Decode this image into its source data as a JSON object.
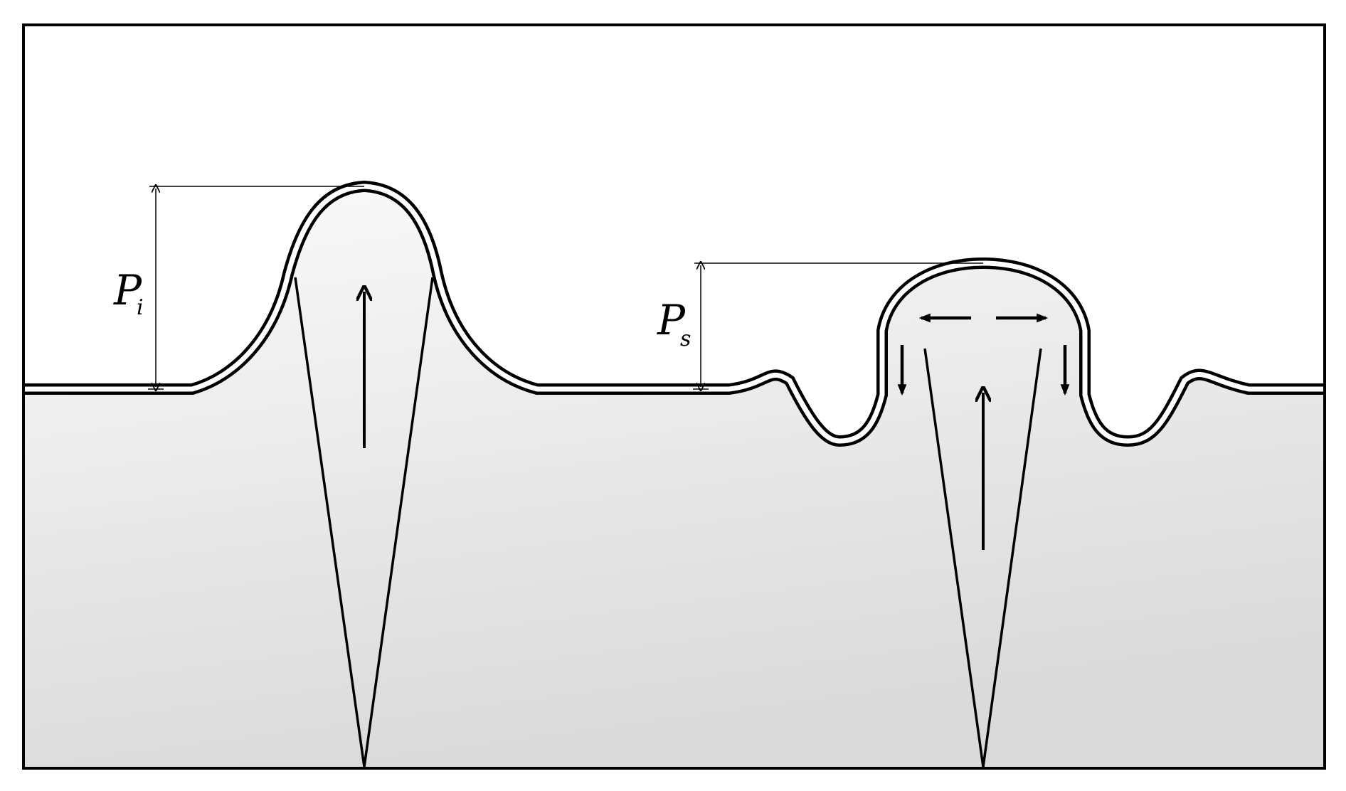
{
  "labels": {
    "left_height": {
      "main": "P",
      "sub": "i"
    },
    "right_height": {
      "main": "P",
      "sub": "s"
    }
  },
  "colors": {
    "line": "#000000",
    "background": "#ffffff",
    "gradient_light": "#fafafa",
    "gradient_dark": "#dadada"
  }
}
